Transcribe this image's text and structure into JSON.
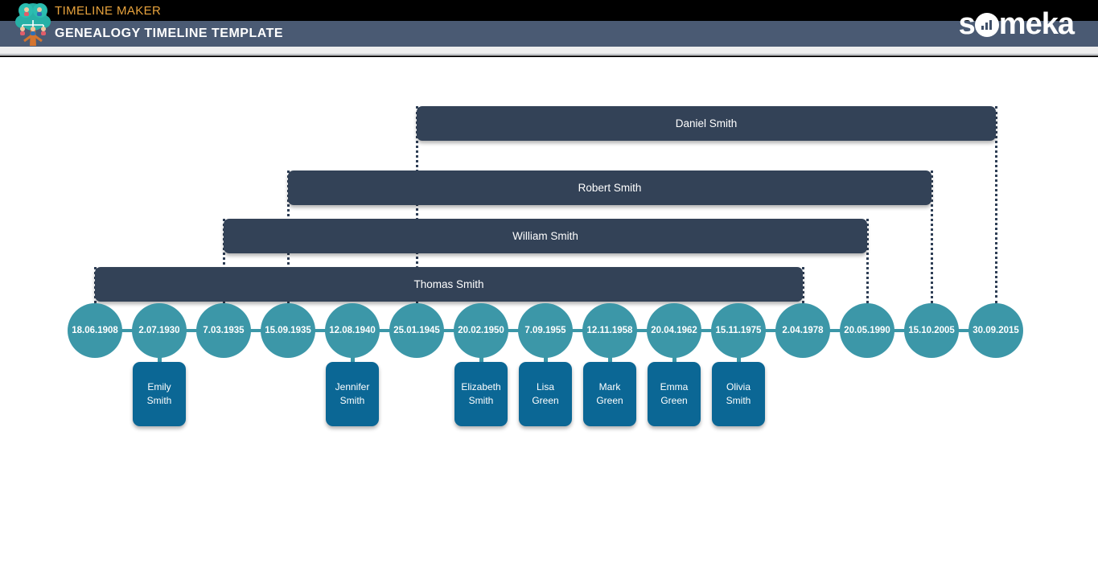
{
  "header": {
    "app_label": "TIMELINE MAKER",
    "title": "GENEALOGY TIMELINE TEMPLATE",
    "brand": "someka",
    "brand_prefix": "s",
    "brand_suffix": "meka",
    "logo_icon": "family-tree-icon",
    "colors": {
      "topbar": "#000000",
      "topbar_text": "#e8a33d",
      "titlebar": "#4a5a73",
      "navy": "#334257",
      "teal": "#3c97a8",
      "blue": "#0b6795"
    }
  },
  "chart_data": {
    "type": "timeline",
    "title": "GENEALOGY TIMELINE TEMPLATE",
    "generations": [
      {
        "label": "Daniel Smith",
        "start_date": "25.01.1945",
        "end_date": "30.09.2015",
        "row": 0
      },
      {
        "label": "Robert Smith",
        "start_date": "15.09.1935",
        "end_date": "15.10.2005",
        "row": 1
      },
      {
        "label": "William Smith",
        "start_date": "7.03.1935",
        "end_date": "20.05.1990",
        "row": 2
      },
      {
        "label": "Thomas Smith",
        "start_date": "18.06.1908",
        "end_date": "2.04.1978",
        "row": 3
      }
    ],
    "dates": [
      "18.06.1908",
      "2.07.1930",
      "7.03.1935",
      "15.09.1935",
      "12.08.1940",
      "25.01.1945",
      "20.02.1950",
      "7.09.1955",
      "12.11.1958",
      "20.04.1962",
      "15.11.1975",
      "2.04.1978",
      "20.05.1990",
      "15.10.2005",
      "30.09.2015"
    ],
    "people": [
      {
        "date": "2.07.1930",
        "first_name": "Emily",
        "last_name": "Smith"
      },
      {
        "date": "12.08.1940",
        "first_name": "Jennifer",
        "last_name": "Smith"
      },
      {
        "date": "20.02.1950",
        "first_name": "Elizabeth",
        "last_name": "Smith"
      },
      {
        "date": "7.09.1955",
        "first_name": "Lisa",
        "last_name": "Green"
      },
      {
        "date": "12.11.1958",
        "first_name": "Mark",
        "last_name": "Green"
      },
      {
        "date": "20.04.1962",
        "first_name": "Emma",
        "last_name": "Green"
      },
      {
        "date": "15.11.1975",
        "first_name": "Olivia",
        "last_name": "Smith"
      }
    ]
  }
}
